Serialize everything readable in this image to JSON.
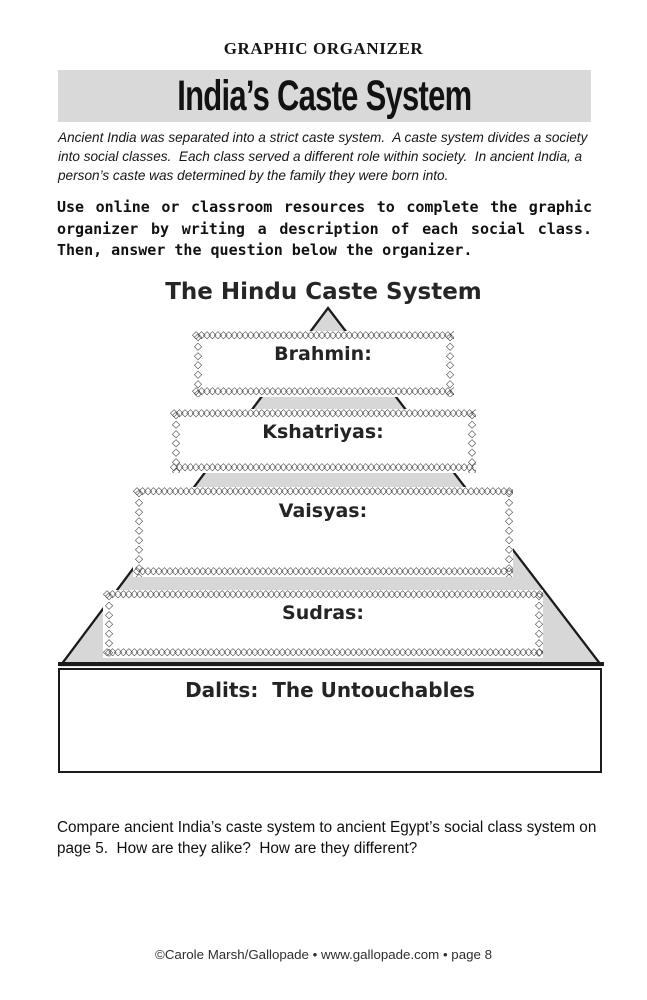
{
  "page": {
    "kicker": "GRAPHIC ORGANIZER",
    "title": "India’s Caste System",
    "intro": "Ancient India was separated into a strict caste system.  A caste system divides a society into social classes.  Each class served a different role within society.  In ancient India, a person’s caste was determined by the family they were born into.",
    "instructions": "Use online or classroom resources to complete the graphic organizer by writing a description of each social class.  Then, answer the question below the organizer.",
    "question": "Compare ancient India’s caste system to ancient Egypt’s social class system on page 5.  How are they alike?  How are they different?",
    "footer": "©Carole Marsh/Gallopade • www.gallopade.com • page 8"
  },
  "diagram": {
    "title": "The Hindu Caste System",
    "levels": [
      {
        "label": "Brahmin:"
      },
      {
        "label": "Kshatriyas:"
      },
      {
        "label": "Vaisyas:"
      },
      {
        "label": "Sudras:"
      }
    ],
    "base_label": "Dalits:  The Untouchables"
  },
  "colors": {
    "banner_bg": "#d9d9d9",
    "pyramid_fill": "#d7d7d7",
    "outline": "#1c1c1c"
  }
}
